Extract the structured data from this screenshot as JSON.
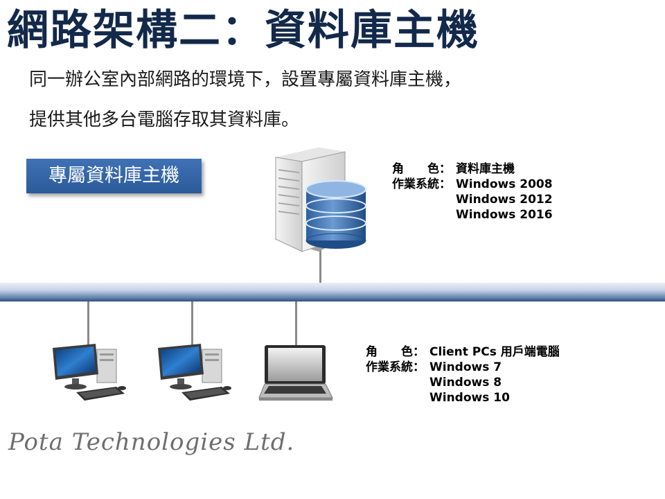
{
  "title": "網路架構二：資料庫主機",
  "description": [
    "同一辦公室內部網路的環境下，設置專屬資料庫主機，",
    "提供其他多台電腦存取其資料庫。"
  ],
  "badge": "專屬資料庫主機",
  "server_info": {
    "role_label": "角　　色：",
    "role_value": "資料庫主機",
    "os_label": "作業系統：",
    "os_values": [
      "Windows 2008",
      "Windows 2012",
      "Windows 2016"
    ]
  },
  "client_info": {
    "role_label": "角　　色：",
    "role_value": "Client PCs 用戶端電腦",
    "os_label": "作業系統：",
    "os_values": [
      "Windows 7",
      "Windows 8",
      "Windows 10"
    ]
  },
  "brand": "Pota Technologies Ltd.",
  "colors": {
    "title": "#13294b",
    "badge": "#3562a6",
    "network_bus": "#5677a5"
  },
  "icons": {
    "server": "database-server-icon",
    "desktop": "desktop-computer-icon",
    "laptop": "laptop-icon"
  }
}
